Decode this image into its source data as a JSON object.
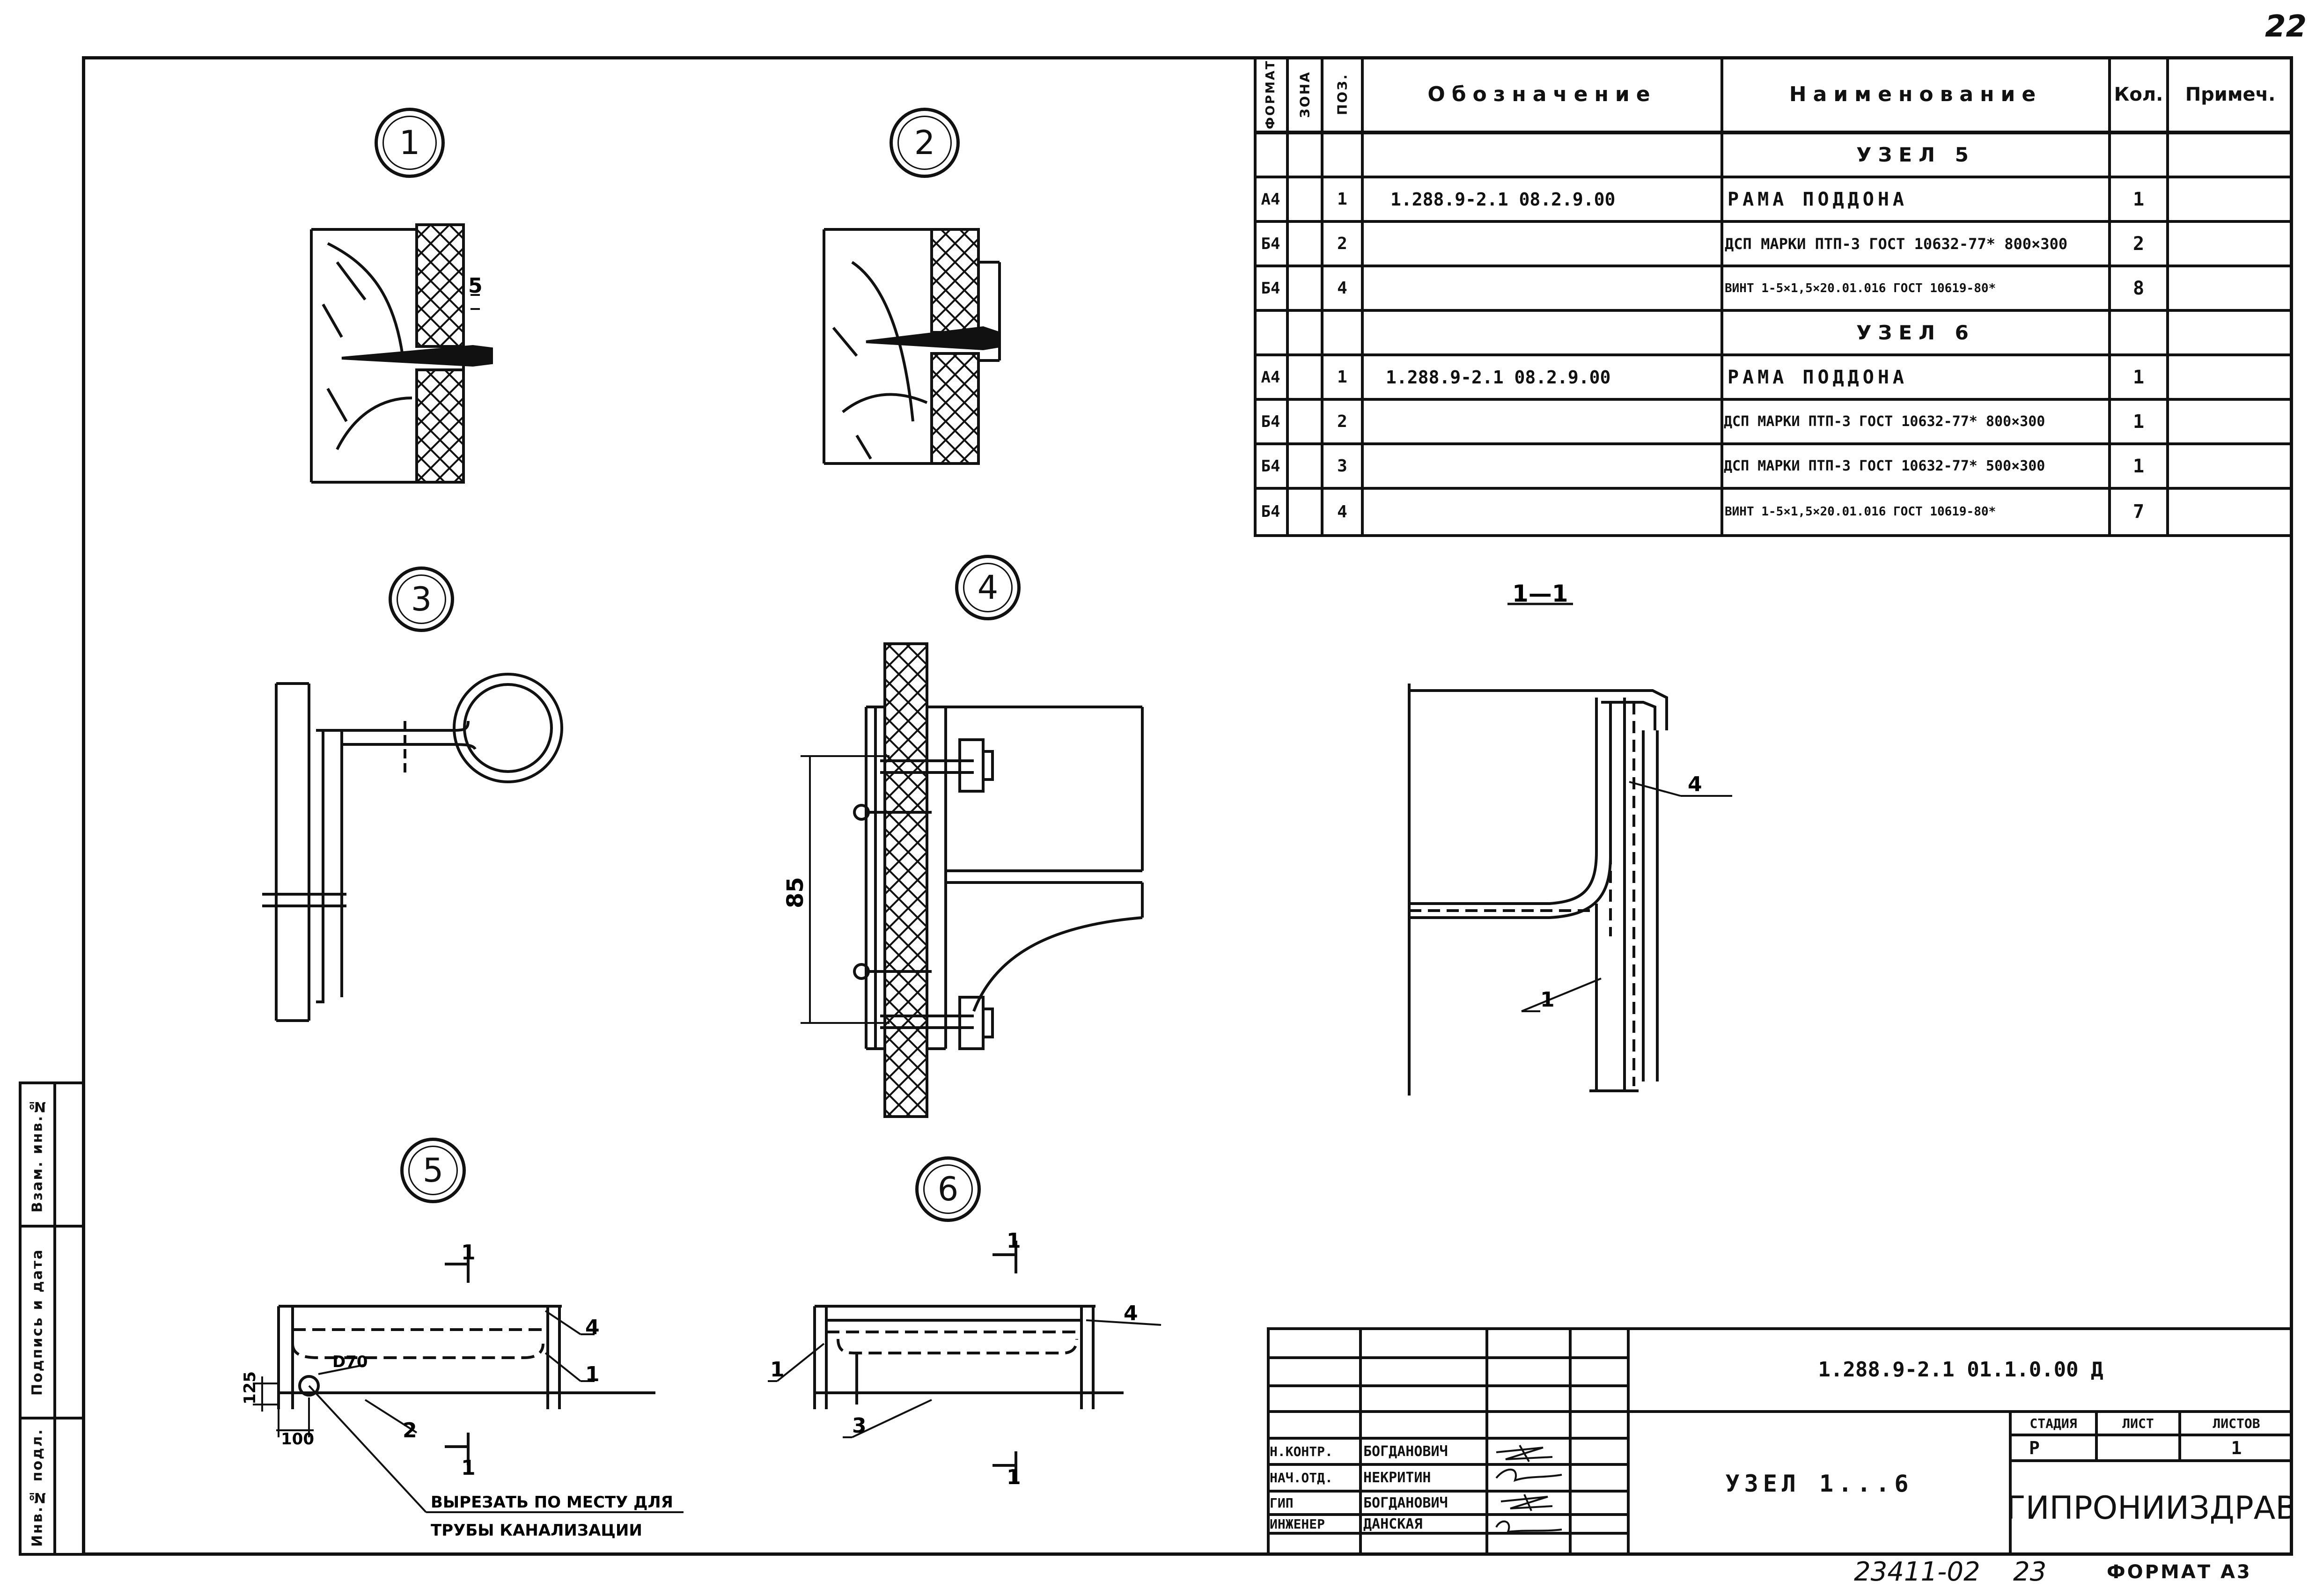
{
  "sheet": {
    "number": "22",
    "bottom_number": "23411-02",
    "bottom_page": "23",
    "format": "ФОРМАТ А3"
  },
  "spec": {
    "headers": {
      "format": "ФОРМАТ",
      "zone": "ЗОНА",
      "pos": "ПОЗ.",
      "designation": "Обозначение",
      "name": "Наименование",
      "qty": "Кол.",
      "note": "Примеч."
    },
    "rows": [
      {
        "type": "section",
        "name": "УЗЕЛ 5"
      },
      {
        "format": "А4",
        "pos": "1",
        "designation": "1.288.9-2.1   08.2.9.00",
        "name": "РАМА ПОДДОНА",
        "qty": "1"
      },
      {
        "format": "Б4",
        "pos": "2",
        "designation": "",
        "name": "ДСП МАРКИ ПТП-3 ГОСТ 10632-77* 800×300",
        "qty": "2"
      },
      {
        "format": "Б4",
        "pos": "4",
        "designation": "",
        "name": "ВИНТ 1-5×1,5×20.01.016 ГОСТ 10619-80*",
        "qty": "8"
      },
      {
        "type": "section",
        "name": "УЗЕЛ 6"
      },
      {
        "format": "А4",
        "pos": "1",
        "designation": "1.288.9-2.1   08.2.9.00",
        "name": "РАМА ПОДДОНА",
        "qty": "1"
      },
      {
        "format": "Б4",
        "pos": "2",
        "designation": "",
        "name": "ДСП МАРКИ ПТП-3 ГОСТ 10632-77* 800×300",
        "qty": "1"
      },
      {
        "format": "Б4",
        "pos": "3",
        "designation": "",
        "name": "ДСП МАРКИ ПТП-3 ГОСТ 10632-77* 500×300",
        "qty": "1"
      },
      {
        "format": "Б4",
        "pos": "4",
        "designation": "",
        "name": "ВИНТ 1-5×1,5×20.01.016 ГОСТ 10619-80*",
        "qty": "7"
      }
    ]
  },
  "details": {
    "d1": "1",
    "d2": "2",
    "d3": "3",
    "d4": "4",
    "d5": "5",
    "d6": "6",
    "section_title": "1—1",
    "dim_5": "5",
    "dim_85": "85",
    "dim_125": "125",
    "dim_100": "100",
    "dim_d70": "D70",
    "cut_mark": "1",
    "lbl_1": "1",
    "lbl_2": "2",
    "lbl_3": "3",
    "lbl_4": "4",
    "note_line1": "ВЫРЕЗАТЬ ПО МЕСТУ ДЛЯ",
    "note_line2": "ТРУБЫ КАНАЛИЗАЦИИ"
  },
  "side_stamp": {
    "inv_podl": "Инв.№ подл.",
    "podpis": "Подпись и дата",
    "vzam": "Взам. инв.№"
  },
  "title_block": {
    "code": "1.288.9-2.1   01.1.0.00 Д",
    "title": "УЗЕЛ 1...6",
    "org": "ГИПРОНИИЗДРАВ",
    "stage_label": "СТАДИЯ",
    "sheet_label": "ЛИСТ",
    "sheets_label": "ЛИСТОВ",
    "stage": "Р",
    "sheets": "1",
    "signers": [
      {
        "role": "Н.КОНТР.",
        "name": "БОГДАНОВИЧ"
      },
      {
        "role": "НАЧ.ОТД.",
        "name": "НЕКРИТИН"
      },
      {
        "role": "ГИП",
        "name": "БОГДАНОВИЧ"
      },
      {
        "role": "ИНЖЕНЕР",
        "name": "ДАНСКАЯ"
      }
    ]
  }
}
